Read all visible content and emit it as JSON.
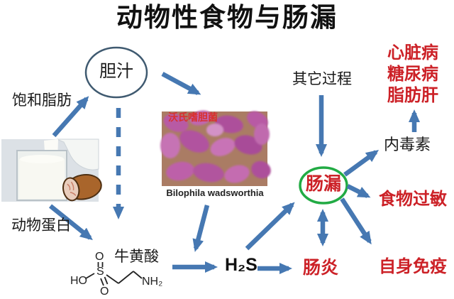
{
  "title": "动物性食物与肠漏",
  "colors": {
    "arrow_blue": "#4678b2",
    "text_red": "#cc2127",
    "ellipse_green": "#22ab44",
    "bile_ellipse": "#3f5a70"
  },
  "nodes": {
    "bile": "胆汁",
    "saturated_fat": "饱和脂肪",
    "animal_protein": "动物蛋白",
    "other_process": "其它过程",
    "endotoxin": "内毒素",
    "leaky_gut": "肠漏",
    "h2s": "H₂S",
    "enteritis": "肠炎",
    "food_allergy": "食物过敏",
    "autoimmune": "自身免疫",
    "diseases": [
      "心脏病",
      "糖尿病",
      "脂肪肝"
    ]
  },
  "bacteria_image": {
    "overlay_label": "沃氏嗜胆菌",
    "caption": "Bilophila wadsworthia"
  },
  "molecule": {
    "label": "牛黄酸",
    "ho": "HO",
    "s": "S",
    "o_top": "O",
    "o_bottom": "O",
    "nh2": "NH₂"
  }
}
